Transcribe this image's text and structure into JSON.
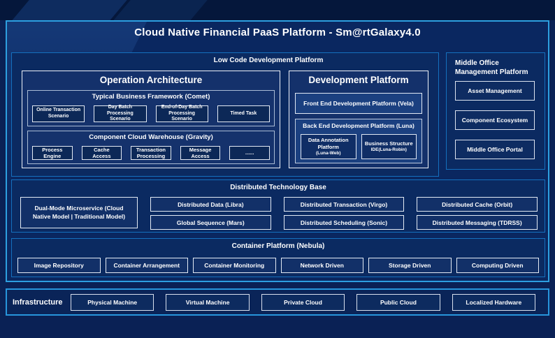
{
  "header": {
    "title": "Cloud Native Financial PaaS Platform - Sm@rtGalaxy4.0"
  },
  "low_code_platform": {
    "label": "Low Code Development Platform",
    "operation_architecture": {
      "title": "Operation Architecture",
      "typical_business_framework": {
        "title": "Typical Business Framework (Comet)",
        "items": [
          "Online Transaction Scenario",
          "Day Batch Processing Scenario",
          "End-of-Day Batch Processing Scenario",
          "Timed Task"
        ]
      },
      "component_cloud_warehouse": {
        "title": "Component Cloud Warehouse (Gravity)",
        "items": [
          "Process Engine",
          "Cache Access",
          "Transaction Processing",
          "Message Access",
          "......"
        ]
      }
    },
    "development_platform": {
      "title": "Development Platform",
      "front_end": "Front End Development Platform (Vela)",
      "back_end": {
        "title": "Back End Development Platform (Luna)",
        "items": [
          {
            "name": "Data Annotation Platform",
            "sub": "(Luna-Web)"
          },
          {
            "name": "Business Structure",
            "sub": "IDE(Luna-Robin)"
          }
        ]
      }
    }
  },
  "middle_office": {
    "label": "Middle Office Management Platform",
    "items": [
      "Asset Management",
      "Component Ecosystem",
      "Middle Office Portal"
    ]
  },
  "distributed_base": {
    "label": "Distributed Technology Base",
    "dual_mode": "Dual-Mode Microservice (Cloud Native Model | Traditional Model)",
    "grid": [
      "Distributed Data (Libra)",
      "Distributed Transaction (Virgo)",
      "Distributed Cache (Orbit)",
      "Global Sequence (Mars)",
      "Distributed Scheduling (Sonic)",
      "Distributed Messaging (TDRSS)"
    ]
  },
  "container_platform": {
    "label": "Container Platform (Nebula)",
    "items": [
      "Image Repository",
      "Container Arrangement",
      "Container Monitoring",
      "Network Driven",
      "Storage Driven",
      "Computing Driven"
    ]
  },
  "infrastructure": {
    "label": "Infrastructure",
    "items": [
      "Physical Machine",
      "Virtual Machine",
      "Private Cloud",
      "Public Cloud",
      "Localized Hardware"
    ]
  },
  "colors": {
    "page_background": "#0A2155",
    "panel_background": "#0A2760",
    "accent_border": "#2D9FE0",
    "section_border": "#1570BE",
    "box_fill": "#14316B",
    "leaf_fill": "#0C2857",
    "leaf_border": "#E3EAF4",
    "text": "#FFFFFF"
  }
}
